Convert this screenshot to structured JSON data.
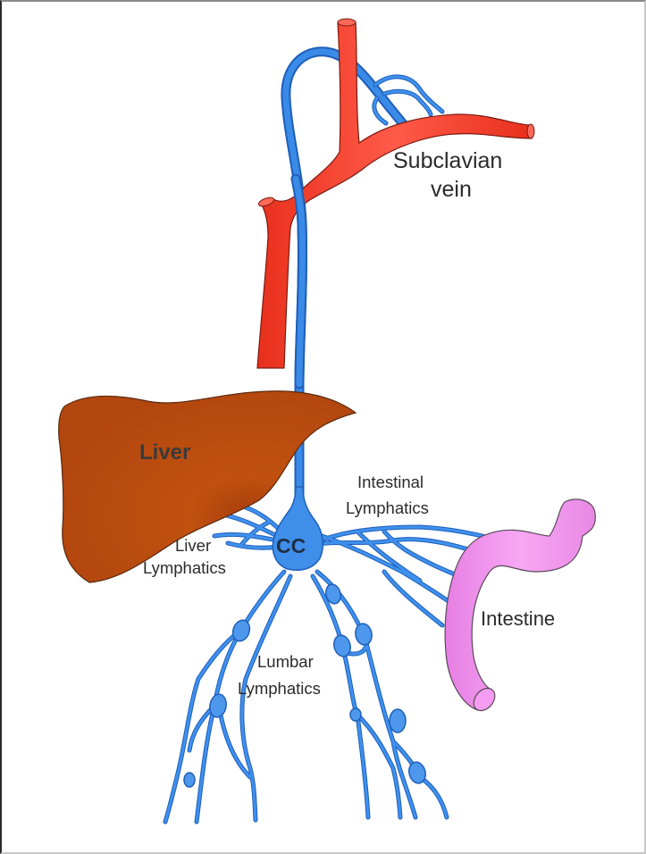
{
  "figure": {
    "title": "Lymphatic drainage to the cisterna chyli and subclavian vein",
    "colors": {
      "vein": "#f0412a",
      "lymphatic": "#3a8ae8",
      "liver": "#b84a12",
      "intestine": "#f39af0"
    }
  },
  "labels": {
    "subclavian_line1": "Subclavian",
    "subclavian_line2": "vein",
    "liver": "Liver",
    "cc": "CC",
    "liver_lymph_line1": "Liver",
    "liver_lymph_line2": "Lymphatics",
    "intestinal_lymph_line1": "Intestinal",
    "intestinal_lymph_line2": "Lymphatics",
    "intestine": "Intestine",
    "lumbar_lymph_line1": "Lumbar",
    "lumbar_lymph_line2": "Lymphatics"
  }
}
